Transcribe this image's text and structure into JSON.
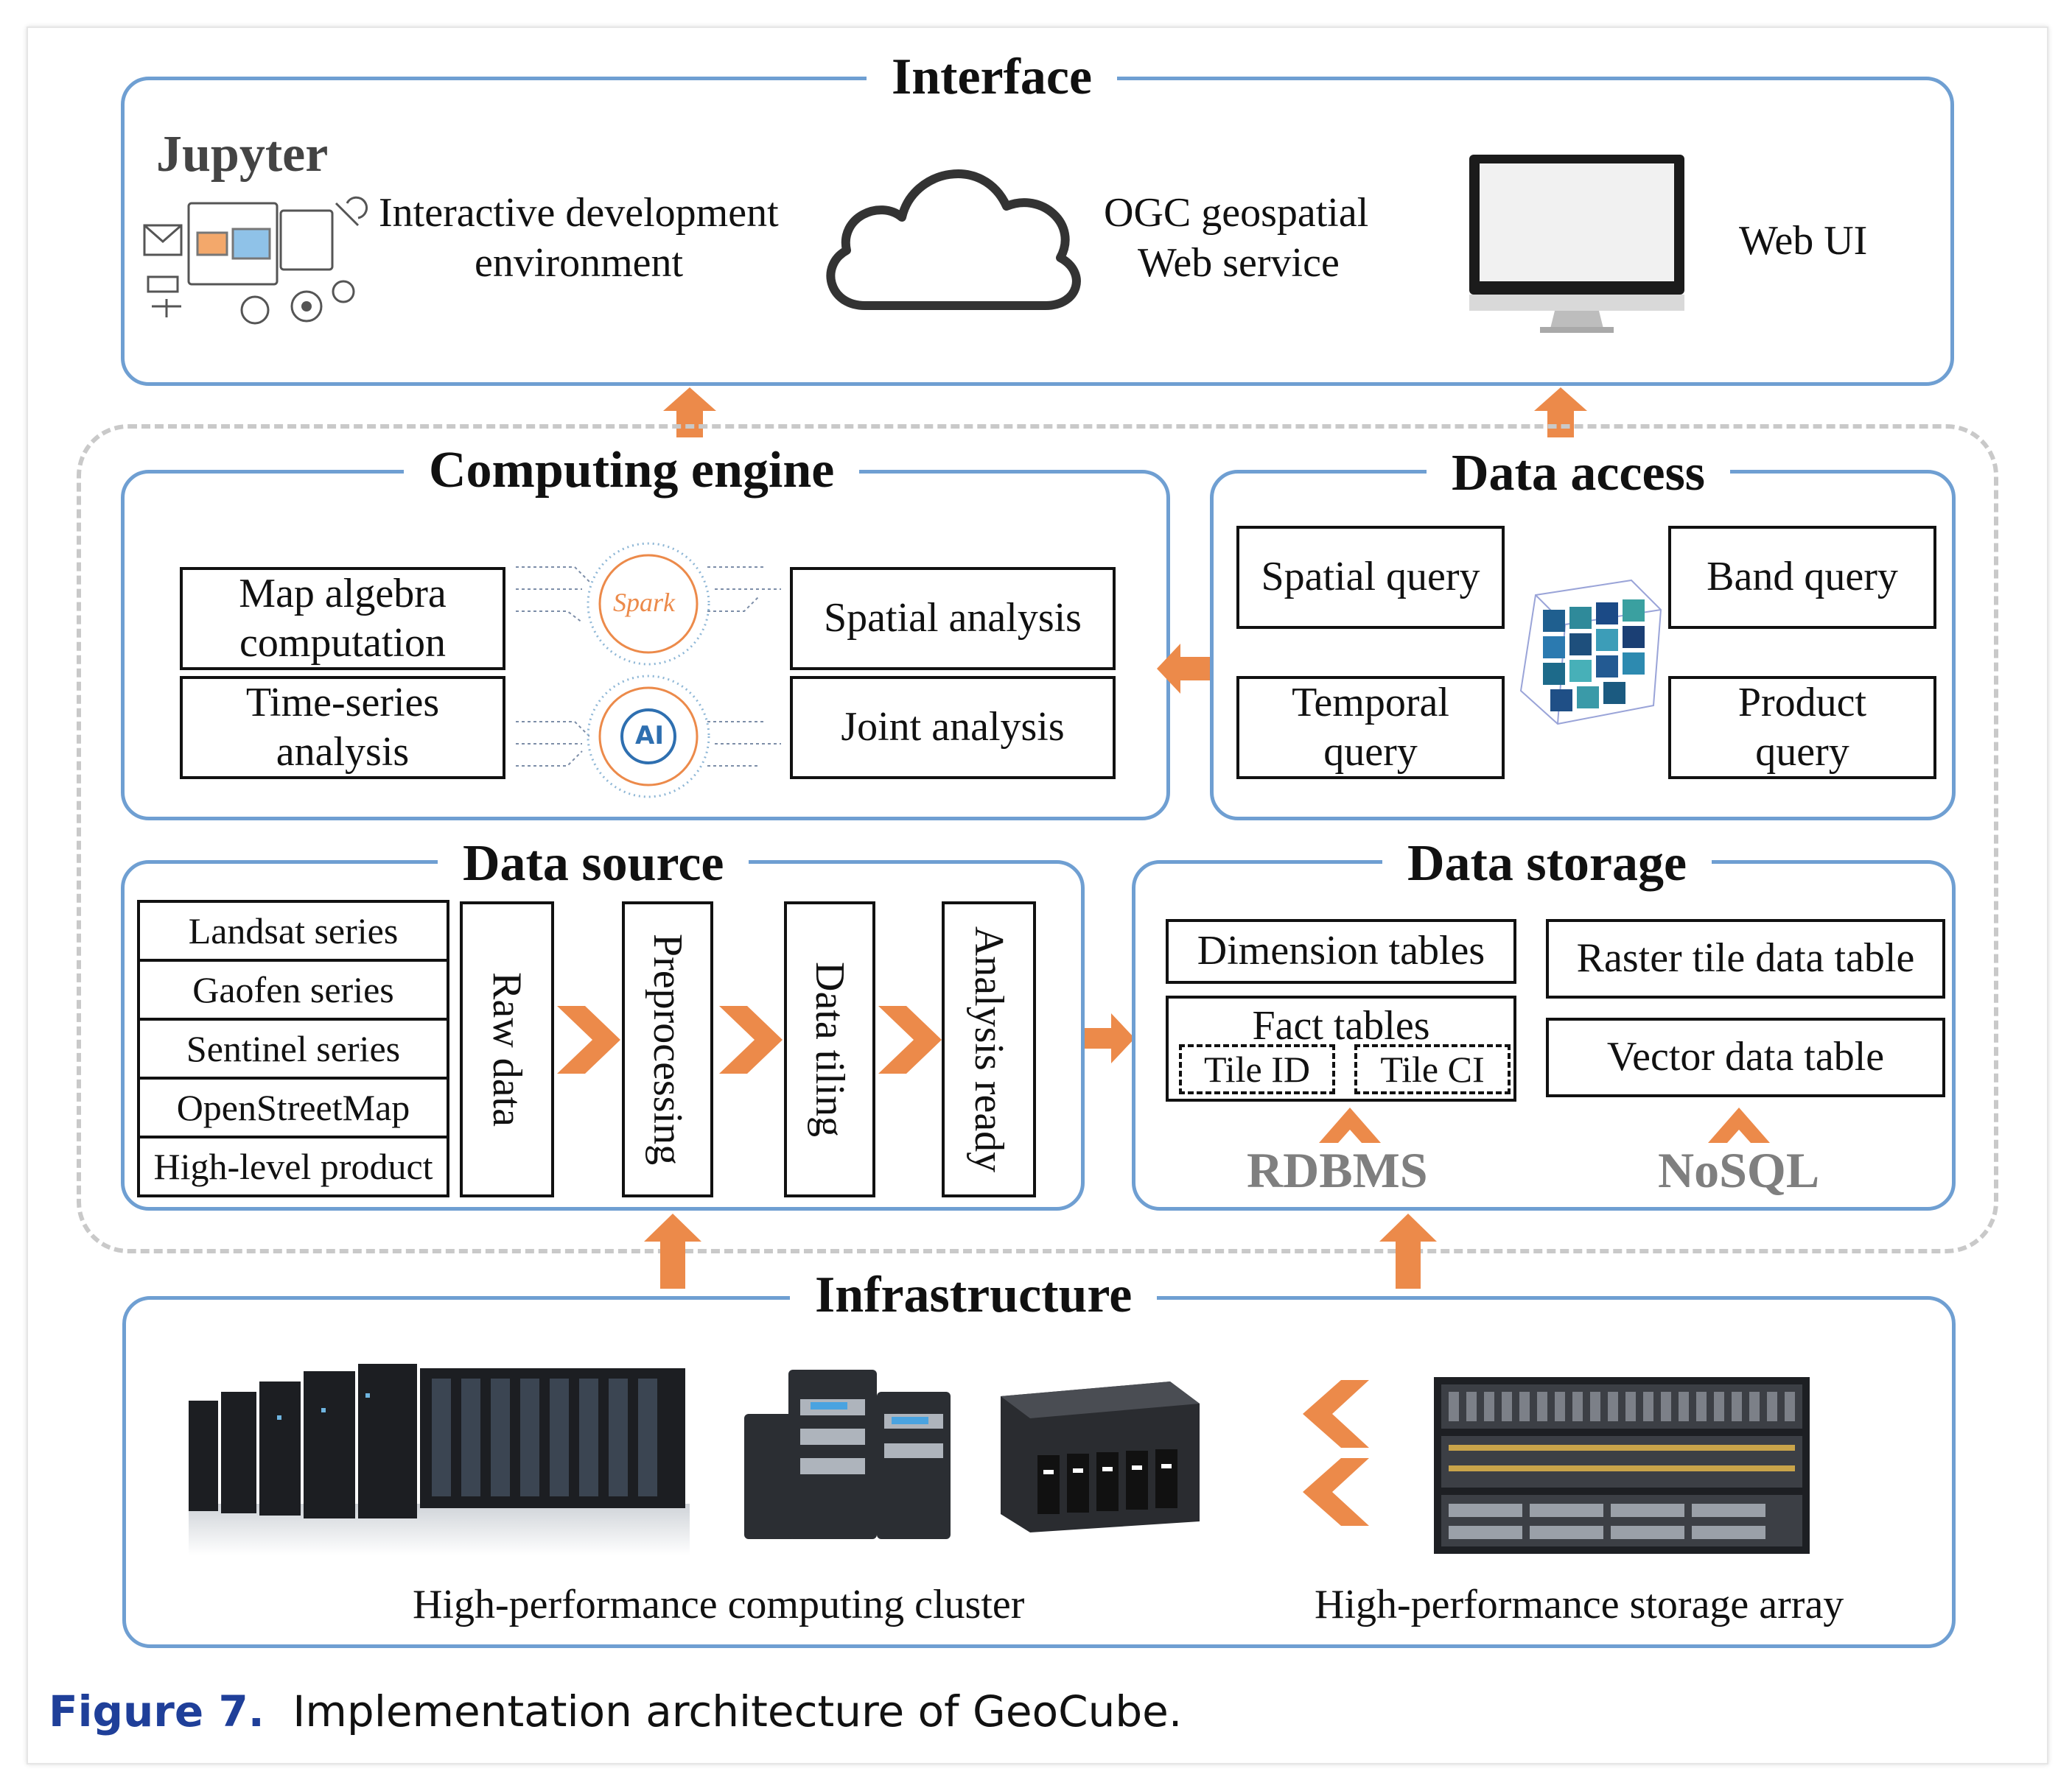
{
  "caption": {
    "figure": "Figure 7.",
    "text": "Implementation architecture of GeoCube."
  },
  "interface": {
    "title": "Interface",
    "jupyter": "Jupyter",
    "ide": "Interactive development environment",
    "ide_line1": "Interactive development",
    "ide_line2": "environment",
    "ogc_line1": "OGC geospatial",
    "ogc_line2": "Web service",
    "webui": "Web UI"
  },
  "computing": {
    "title": "Computing engine",
    "map_algebra_line1": "Map algebra",
    "map_algebra_line2": "computation",
    "timeseries_line1": "Time-series",
    "timeseries_line2": "analysis",
    "spark": "Spark",
    "ai": "AI",
    "spatial_analysis": "Spatial analysis",
    "joint_analysis": "Joint analysis"
  },
  "access": {
    "title": "Data access",
    "spatial_query": "Spatial query",
    "band_query": "Band query",
    "temporal_line1": "Temporal",
    "temporal_line2": "query",
    "product_line1": "Product",
    "product_line2": "query"
  },
  "source": {
    "title": "Data source",
    "series": [
      "Landsat series",
      "Gaofen series",
      "Sentinel series",
      "OpenStreetMap",
      "High-level product"
    ],
    "raw": "Raw data",
    "preprocessing": "Preprocessing",
    "tiling": "Data tiling",
    "analysis_ready": "Analysis ready"
  },
  "storage": {
    "title": "Data storage",
    "dimension": "Dimension tables",
    "fact": "Fact tables",
    "tile_id": "Tile ID",
    "tile_ci": "Tile CI",
    "raster": "Raster tile data table",
    "vector": "Vector data table",
    "rdbms": "RDBMS",
    "nosql": "NoSQL"
  },
  "infrastructure": {
    "title": "Infrastructure",
    "hpc": "High-performance computing cluster",
    "storage_array": "High-performance storage array"
  },
  "colors": {
    "panel_border": "#6f9fd2",
    "arrow": "#ec8a4a",
    "dashed": "#c9c9c9",
    "caption_blue": "#1f3f99"
  }
}
